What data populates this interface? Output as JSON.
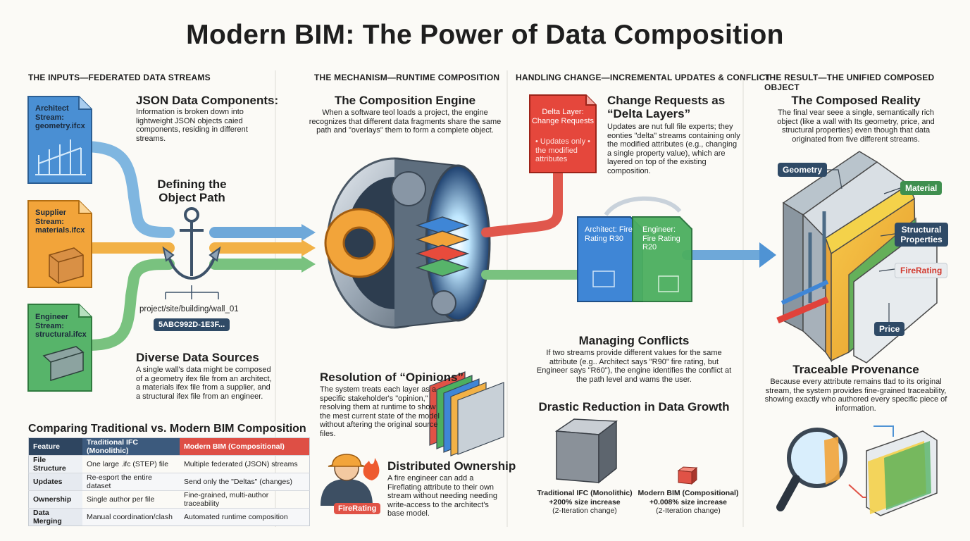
{
  "title": "Modern BIM: The Power of Data Composition",
  "sections": {
    "inputs": "THE INPUTS—FEDERATED DATA STREAMS",
    "mechanism": "THE MECHANISM—RUNTIME COMPOSITION",
    "change": "HANDLING CHANGE—INCREMENTAL UPDATES & CONFLICT",
    "result": "THE RESULT—THE UNIFIED COMPOSED OBJECT"
  },
  "inputs": {
    "architect_doc": "Architect Stream: geometry.ifcx",
    "supplier_doc": "Supplier Stream: materials.ifcx",
    "engineer_doc": "Engineer Stream: structural.ifcx",
    "json_heading": "JSON Data Components:",
    "json_text": "Information is broken down into lightweight JSON objects caied components, residing in different streams.",
    "path_heading": "Defining the Object Path",
    "path_value": "project/site/building/wall_01",
    "object_id": "5ABC992D-1E3F...",
    "sources_heading": "Diverse Data Sources",
    "sources_text": "A single wall's data might be composed of a geometry ifex file from an architect, a materials ifex file from a supplier, and a structural ifex file from an engineer."
  },
  "comparison": {
    "title": "Comparing Traditional vs. Modern BIM Composition",
    "headers": [
      "Feature",
      "Traditional IFC (Monolithic)",
      "Modern BIM (Compositional)"
    ],
    "rows": [
      [
        "File Structure",
        "One large .ifc (STEP) file",
        "Multiple federated (JSON) streams"
      ],
      [
        "Updates",
        "Re-esport the entire dataset",
        "Send only the \"Deltas\" (changes)"
      ],
      [
        "Ownership",
        "Single author per file",
        "Fine-grained, multi-author traceability"
      ],
      [
        "Data Merging",
        "Manual coordination/clash",
        "Automated runtime composition"
      ]
    ]
  },
  "mechanism": {
    "engine_heading": "The Composition Engine",
    "engine_text": "When a software teol loads a project, the engine recognizes that different data fragments share the same path and \"overlays\" them to form a complete object.",
    "opinions_heading": "Resolution of “Opinions”",
    "opinions_text": "The system treats each layer as a specific stakeholder's \"opinion,\" resolving them at runtime to show the mest current state of the model without aftering the original source files.",
    "ownership_heading": "Distributed Ownership",
    "ownership_text": "A fire engineer can add a Fireflating attribute to their own stream without needing needing write-access to the architect's base model.",
    "firerating_badge": "FireRating"
  },
  "change": {
    "delta_card_title": "Delta Layer: Change Requests",
    "delta_card_text": "• Updates only • the modified attributes",
    "requests_heading": "Change Requests as “Delta Layers”",
    "requests_text": "Updates are nut full file experts; they eonties \"delta\" streams containing only the modified attributes (e.g., changing a single property value), which are layered on top of the existing composition.",
    "architect_card": "Architect: Fire Rating R30",
    "engineer_card": "Engineer: Fire Rating R20",
    "conflicts_heading": "Managing Conflicts",
    "conflicts_text": "If two streams provide different values for the same attribute (e.g.. Architect says \"R90\" fire rating, but Engineer says \"R60\"), the engine identifies the conflict at the path level and wams the user.",
    "growth_heading": "Drastic Reduction in Data Growth",
    "traditional_label": "Traditional IFC (Monolithic)",
    "traditional_value": "+200% size increase",
    "traditional_note": "(2-Iteration change)",
    "modern_label": "Modern BIM (Compositional)",
    "modern_value": "+0.008% size increase",
    "modern_note": "(2-Iteration change)"
  },
  "result": {
    "reality_heading": "The Composed Reality",
    "reality_text": "The final vear seee a single, semantically rich object (like a wall with Its geometry, price, and structural properties) even though that data originated from five different streams.",
    "labels": {
      "geometry": "Geometry",
      "material": "Material",
      "structural": "Structural Properties",
      "firerating": "FireRating",
      "price": "Price"
    },
    "provenance_heading": "Traceable Provenance",
    "provenance_text": "Because every attribute remains tlad to its original stream, the system provides fine-grained traceability, showing exactly who authored every specific piece of information."
  }
}
